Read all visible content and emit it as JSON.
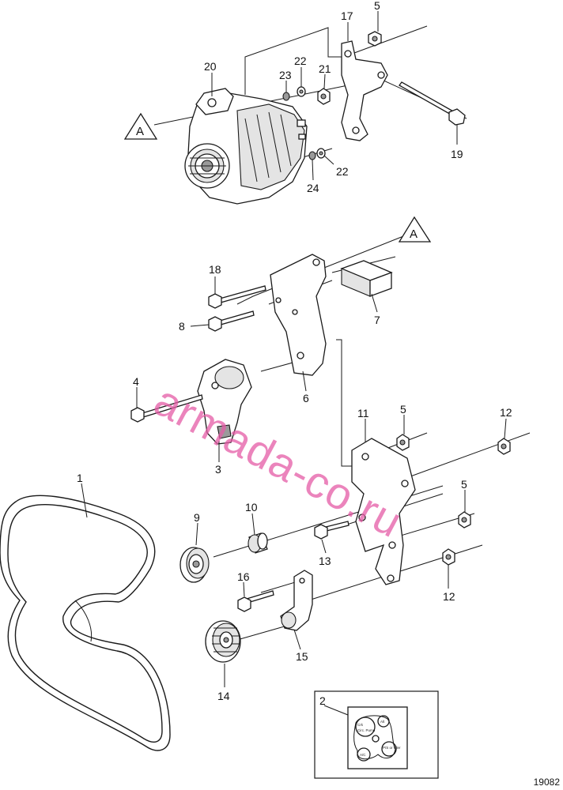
{
  "callouts": {
    "c1": "1",
    "c2": "2",
    "c3": "3",
    "c4": "4",
    "c5a": "5",
    "c5b": "5",
    "c5c": "5",
    "c6": "6",
    "c7": "7",
    "c8": "8",
    "c9": "9",
    "c10": "10",
    "c11": "11",
    "c12a": "12",
    "c12b": "12",
    "c13": "13",
    "c14": "14",
    "c15": "15",
    "c16": "16",
    "c17": "17",
    "c18": "18",
    "c19": "19",
    "c20": "20",
    "c21": "21",
    "c22a": "22",
    "c22b": "22",
    "c23": "23",
    "c24": "24"
  },
  "reference_markers": {
    "upper": "A",
    "lower": "A"
  },
  "inset_labels": [
    "Crk",
    "Alt",
    "Circ. Pump",
    "P/S or Idler",
    "A/C"
  ],
  "drawing_number": "19082",
  "watermark": "armada-co.ru"
}
